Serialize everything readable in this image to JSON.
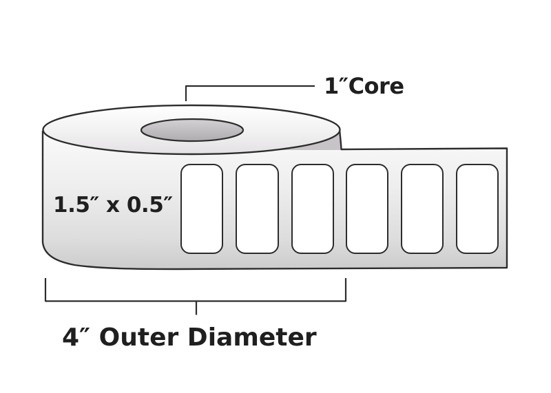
{
  "diagram": {
    "type": "label-roll-dimension-diagram",
    "annotations": {
      "core_label": "1″Core",
      "label_size": "1.5″ x 0.5″",
      "outer_diameter": "4″ Outer Diameter"
    },
    "blank_label_count": 6,
    "colors": {
      "background": "#ffffff",
      "outline": "#2c2c2c",
      "roll_face_light": "#fafafa",
      "roll_face_dark": "#cccccc",
      "top_face_light": "#ffffff",
      "top_face_dark": "#e3e1e3",
      "core_fill": "#c3c0c3",
      "side_shading": "#c7c4c7",
      "blank_label_fill": "#ffffff",
      "text": "#1f1f1f"
    }
  }
}
